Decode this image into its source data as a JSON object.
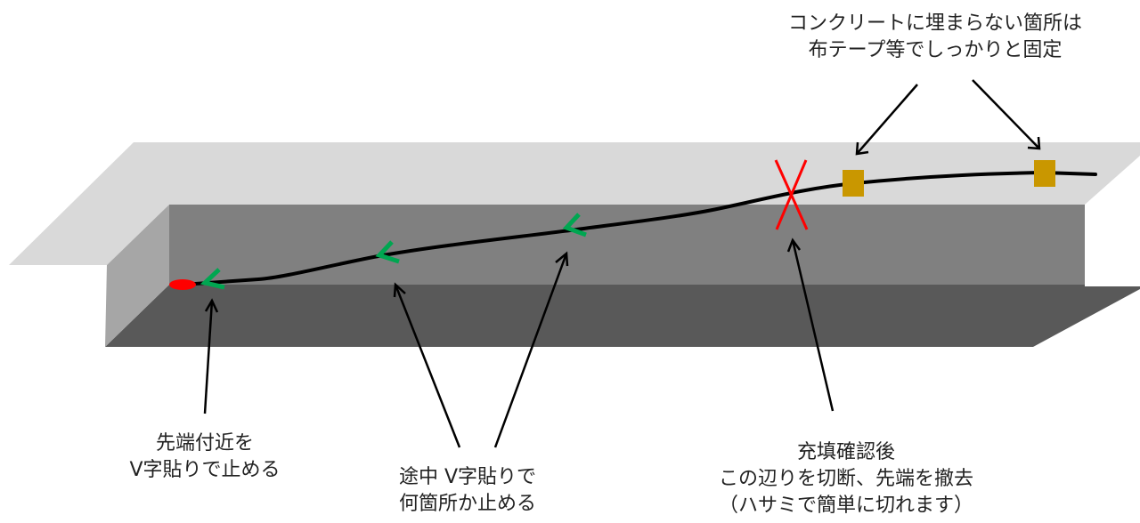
{
  "colors": {
    "top_surface": "#d9d9d9",
    "back_wall": "#808080",
    "bottom_floor": "#595959",
    "side_wall": "#a6a6a6",
    "cable": "#000000",
    "tip_marker": "#ff0000",
    "v_tape": "#00a651",
    "cut_mark": "#ff0000",
    "cloth_tape": "#c99700",
    "arrow": "#000000",
    "text": "#222222"
  },
  "labels": {
    "fixing": {
      "line1": "コンクリートに埋まらない箇所は",
      "line2": "布テープ等でしっかりと固定"
    },
    "tip": {
      "line1": "先端付近を",
      "line2": "V字貼りで止める"
    },
    "midway": {
      "line1": "途中 V字貼りで",
      "line2": "何箇所か止める"
    },
    "cut": {
      "line1": "充填確認後",
      "line2": "この辺りを切断、先端を撤去",
      "line3": "（ハサミで簡単に切れます）"
    }
  }
}
